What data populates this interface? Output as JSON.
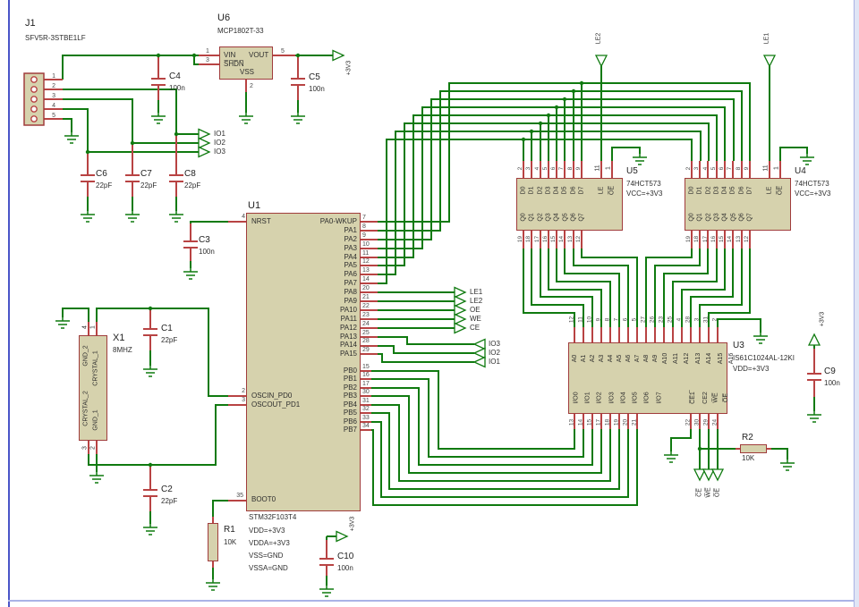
{
  "colors": {
    "wire": "#0f7a0f",
    "pin_red": "#b84343",
    "part_outline": "#a03c3c",
    "part_fill": "#d6d2ad",
    "frame_blue": "#4a55c8"
  },
  "power": {
    "v33": "+3V3"
  },
  "j1": {
    "ref": "J1",
    "part": "SFV5R-3STBE1LF",
    "pin_numbers": [
      "1",
      "2",
      "3",
      "4",
      "5"
    ]
  },
  "u6": {
    "ref": "U6",
    "part": "MCP1802T-33",
    "pin_vin": "VIN",
    "pin_vout": "VOUT",
    "pin_shdn": "S̅H̅D̅N̅",
    "pin_vss": "VSS",
    "num_vin": "1",
    "num_shdn": "3",
    "num_vout": "5",
    "num_vss": "2"
  },
  "u1": {
    "ref": "U1",
    "part": "STM32F103T4",
    "notes": [
      "VDD=+3V3",
      "VDDA=+3V3",
      "VSS=GND",
      "VSSA=GND"
    ],
    "left_pins": [
      {
        "num": "4",
        "name": "NRST"
      },
      {
        "num": "2",
        "name": "OSCIN_PD0"
      },
      {
        "num": "3",
        "name": "OSCOUT_PD1"
      },
      {
        "num": "35",
        "name": "BOOT0"
      }
    ],
    "pa_pins": [
      {
        "num": "7",
        "name": "PA0-WKUP"
      },
      {
        "num": "8",
        "name": "PA1"
      },
      {
        "num": "9",
        "name": "PA2"
      },
      {
        "num": "10",
        "name": "PA3"
      },
      {
        "num": "11",
        "name": "PA4"
      },
      {
        "num": "12",
        "name": "PA5"
      },
      {
        "num": "13",
        "name": "PA6"
      },
      {
        "num": "14",
        "name": "PA7"
      },
      {
        "num": "20",
        "name": "PA8"
      },
      {
        "num": "21",
        "name": "PA9"
      },
      {
        "num": "22",
        "name": "PA10"
      },
      {
        "num": "23",
        "name": "PA11"
      },
      {
        "num": "24",
        "name": "PA12"
      },
      {
        "num": "25",
        "name": "PA13"
      },
      {
        "num": "28",
        "name": "PA14"
      },
      {
        "num": "29",
        "name": "PA15"
      }
    ],
    "pb_pins": [
      {
        "num": "15",
        "name": "PB0"
      },
      {
        "num": "16",
        "name": "PB1"
      },
      {
        "num": "17",
        "name": "PB2"
      },
      {
        "num": "30",
        "name": "PB3"
      },
      {
        "num": "31",
        "name": "PB4"
      },
      {
        "num": "32",
        "name": "PB5"
      },
      {
        "num": "33",
        "name": "PB6"
      },
      {
        "num": "34",
        "name": "PB7"
      }
    ]
  },
  "x1": {
    "ref": "X1",
    "value": "8MHZ",
    "pins": [
      {
        "num": "4",
        "name": "GND_2"
      },
      {
        "num": "1",
        "name": "CRYSTAL_1"
      },
      {
        "num": "3",
        "name": "CRYSTAL_2"
      },
      {
        "num": "2",
        "name": "GND_1"
      }
    ]
  },
  "u5": {
    "ref": "U5",
    "part": "74HCT573",
    "note": "VCC=+3V3",
    "d_pins": [
      {
        "num": "2",
        "name": "D0"
      },
      {
        "num": "3",
        "name": "D1"
      },
      {
        "num": "4",
        "name": "D2"
      },
      {
        "num": "5",
        "name": "D3"
      },
      {
        "num": "6",
        "name": "D4"
      },
      {
        "num": "7",
        "name": "D5"
      },
      {
        "num": "8",
        "name": "D6"
      },
      {
        "num": "9",
        "name": "D7"
      }
    ],
    "le": {
      "num": "11",
      "name": "LE"
    },
    "oe": {
      "num": "1",
      "name": "O̅E̅"
    },
    "q_pins": [
      {
        "num": "19",
        "name": "Q0"
      },
      {
        "num": "18",
        "name": "Q1"
      },
      {
        "num": "17",
        "name": "Q2"
      },
      {
        "num": "16",
        "name": "Q3"
      },
      {
        "num": "15",
        "name": "Q4"
      },
      {
        "num": "14",
        "name": "Q5"
      },
      {
        "num": "13",
        "name": "Q6"
      },
      {
        "num": "12",
        "name": "Q7"
      }
    ]
  },
  "u4": {
    "ref": "U4",
    "part": "74HCT573",
    "note": "VCC=+3V3",
    "d_pins": [
      {
        "num": "2",
        "name": "D0"
      },
      {
        "num": "3",
        "name": "D1"
      },
      {
        "num": "4",
        "name": "D2"
      },
      {
        "num": "5",
        "name": "D3"
      },
      {
        "num": "6",
        "name": "D4"
      },
      {
        "num": "7",
        "name": "D5"
      },
      {
        "num": "8",
        "name": "D6"
      },
      {
        "num": "9",
        "name": "D7"
      }
    ],
    "le": {
      "num": "11",
      "name": "LE"
    },
    "oe": {
      "num": "1",
      "name": "O̅E̅"
    },
    "q_pins": [
      {
        "num": "19",
        "name": "Q0"
      },
      {
        "num": "18",
        "name": "Q1"
      },
      {
        "num": "17",
        "name": "Q2"
      },
      {
        "num": "16",
        "name": "Q3"
      },
      {
        "num": "15",
        "name": "Q4"
      },
      {
        "num": "14",
        "name": "Q5"
      },
      {
        "num": "13",
        "name": "Q6"
      },
      {
        "num": "12",
        "name": "Q7"
      }
    ]
  },
  "u3": {
    "ref": "U3",
    "part": "IS61C1024AL-12KI",
    "note": "VDD=+3V3",
    "a_pins": [
      {
        "num": "12",
        "name": "A0"
      },
      {
        "num": "11",
        "name": "A1"
      },
      {
        "num": "10",
        "name": "A2"
      },
      {
        "num": "9",
        "name": "A3"
      },
      {
        "num": "8",
        "name": "A4"
      },
      {
        "num": "7",
        "name": "A5"
      },
      {
        "num": "6",
        "name": "A6"
      },
      {
        "num": "5",
        "name": "A7"
      },
      {
        "num": "27",
        "name": "A8"
      },
      {
        "num": "26",
        "name": "A9"
      },
      {
        "num": "23",
        "name": "A10"
      },
      {
        "num": "25",
        "name": "A11"
      },
      {
        "num": "4",
        "name": "A12"
      },
      {
        "num": "28",
        "name": "A13"
      },
      {
        "num": "3",
        "name": "A14"
      },
      {
        "num": "31",
        "name": "A15"
      },
      {
        "num": "2",
        "name": "A16"
      }
    ],
    "io_pins": [
      {
        "num": "13",
        "name": "I/O0"
      },
      {
        "num": "14",
        "name": "I/O1"
      },
      {
        "num": "15",
        "name": "I/O2"
      },
      {
        "num": "17",
        "name": "I/O3"
      },
      {
        "num": "18",
        "name": "I/O4"
      },
      {
        "num": "19",
        "name": "I/O5"
      },
      {
        "num": "20",
        "name": "I/O6"
      },
      {
        "num": "21",
        "name": "I/O7"
      }
    ],
    "ctrl_pins": [
      {
        "num": "22",
        "name": "C̅E̅1̅"
      },
      {
        "num": "30",
        "name": "CE2"
      },
      {
        "num": "29",
        "name": "W̅E̅"
      },
      {
        "num": "24",
        "name": "O̅E̅"
      }
    ]
  },
  "r1": {
    "ref": "R1",
    "value": "10K"
  },
  "r2": {
    "ref": "R2",
    "value": "10K"
  },
  "caps": {
    "c1": {
      "ref": "C1",
      "value": "22pF"
    },
    "c2": {
      "ref": "C2",
      "value": "22pF"
    },
    "c3": {
      "ref": "C3",
      "value": "100n"
    },
    "c4": {
      "ref": "C4",
      "value": "100n"
    },
    "c5": {
      "ref": "C5",
      "value": "100n"
    },
    "c6": {
      "ref": "C6",
      "value": "22pF"
    },
    "c7": {
      "ref": "C7",
      "value": "22pF"
    },
    "c8": {
      "ref": "C8",
      "value": "22pF"
    },
    "c9": {
      "ref": "C9",
      "value": "100n"
    },
    "c10": {
      "ref": "C10",
      "value": "100n"
    }
  },
  "terminals": {
    "right_out": [
      "LE1",
      "LE2",
      "OE",
      "WE",
      "CE"
    ],
    "io_in": [
      "IO3",
      "IO2",
      "IO1"
    ],
    "io_out": [
      "IO1",
      "IO2",
      "IO3"
    ],
    "top": [
      "LE2",
      "LE1"
    ],
    "bottom": [
      "C̅E̅",
      "W̅E̅",
      "O̅E̅"
    ]
  }
}
